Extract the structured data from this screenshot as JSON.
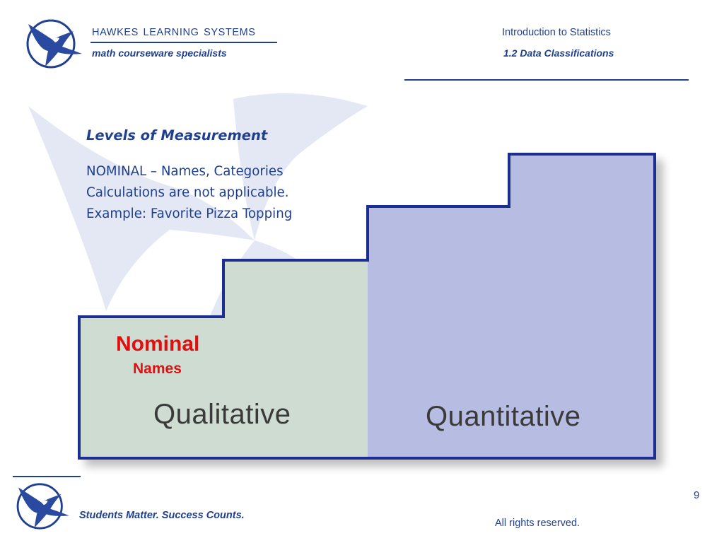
{
  "header": {
    "company": "HAWKES LEARNING SYSTEMS",
    "tagline": "math courseware specialists",
    "course": "Introduction to Statistics",
    "section": "1.2 Data Classifications"
  },
  "slide": {
    "title": "Levels of Measurement",
    "lines": [
      "NOMINAL – Names, Categories",
      "Calculations are not applicable.",
      "Example:  Favorite Pizza Topping"
    ]
  },
  "diagram": {
    "qualitative_label": "Qualitative",
    "quantitative_label": "Quantitative",
    "level_name": "Nominal",
    "level_desc": "Names",
    "colors": {
      "qualitative_fill": "#cfdcd2",
      "quantitative_fill": "#b7bde2",
      "outline": "#1f2f8f",
      "highlight_text": "#e01010"
    }
  },
  "footer": {
    "slogan": "Students Matter. Success Counts.",
    "rights": "All rights reserved.",
    "page": "9"
  }
}
